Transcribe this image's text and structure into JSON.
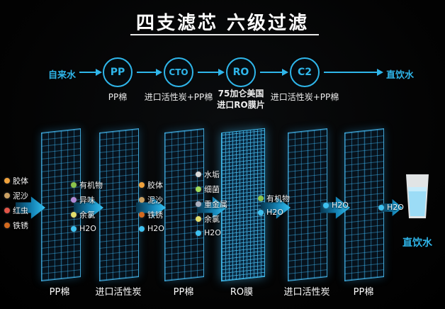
{
  "title": "四支滤芯  六级过滤",
  "flow": {
    "source": "自来水",
    "destination": "直饮水",
    "stages": [
      {
        "abbr": "PP",
        "caption": "PP棉"
      },
      {
        "abbr": "CTO",
        "caption": "进口活性炭+PP棉"
      },
      {
        "abbr": "RO",
        "caption": "75加仑美国\n进口RO膜片"
      },
      {
        "abbr": "C2",
        "caption": "进口活性炭+PP棉"
      }
    ]
  },
  "panels": [
    {
      "label": "PP棉"
    },
    {
      "label": "进口活性炭"
    },
    {
      "label": "PP棉"
    },
    {
      "label": "RO膜"
    },
    {
      "label": "进口活性炭"
    },
    {
      "label": "PP棉"
    }
  ],
  "particle_groups": [
    {
      "items": [
        {
          "name": "胶体",
          "color": "#f0a23c"
        },
        {
          "name": "泥沙",
          "color": "#c9a063"
        },
        {
          "name": "红虫",
          "color": "#e25548"
        },
        {
          "name": "铁锈",
          "color": "#d2691e"
        }
      ]
    },
    {
      "items": [
        {
          "name": "有机物",
          "color": "#8bc34a"
        },
        {
          "name": "异味",
          "color": "#b08ad6"
        },
        {
          "name": "余氯",
          "color": "#e3de6b"
        },
        {
          "name": "H2O",
          "color": "#3ec1f0"
        }
      ]
    },
    {
      "items": [
        {
          "name": "胶体",
          "color": "#f0a23c"
        },
        {
          "name": "泥沙",
          "color": "#c9a063"
        },
        {
          "name": "铁锈",
          "color": "#d2691e"
        },
        {
          "name": "H2O",
          "color": "#3ec1f0"
        }
      ]
    },
    {
      "items": [
        {
          "name": "水垢",
          "color": "#d8d8d8"
        },
        {
          "name": "细菌",
          "color": "#9fdd5a"
        },
        {
          "name": "重金属",
          "color": "#aab0c0"
        },
        {
          "name": "余氯",
          "color": "#e3de6b"
        },
        {
          "name": "H2O",
          "color": "#3ec1f0"
        }
      ]
    },
    {
      "items": [
        {
          "name": "有机物",
          "color": "#8bc34a"
        },
        {
          "name": "H2O",
          "color": "#3ec1f0"
        }
      ]
    },
    {
      "items": [
        {
          "name": "H2O",
          "color": "#3ec1f0"
        }
      ]
    },
    {
      "items": [
        {
          "name": "H2O",
          "color": "#3ec1f0"
        }
      ]
    }
  ],
  "output_label": "直饮水",
  "colors": {
    "accent": "#2fb6ea",
    "background": "#000000",
    "grid": "#2a96c8"
  }
}
